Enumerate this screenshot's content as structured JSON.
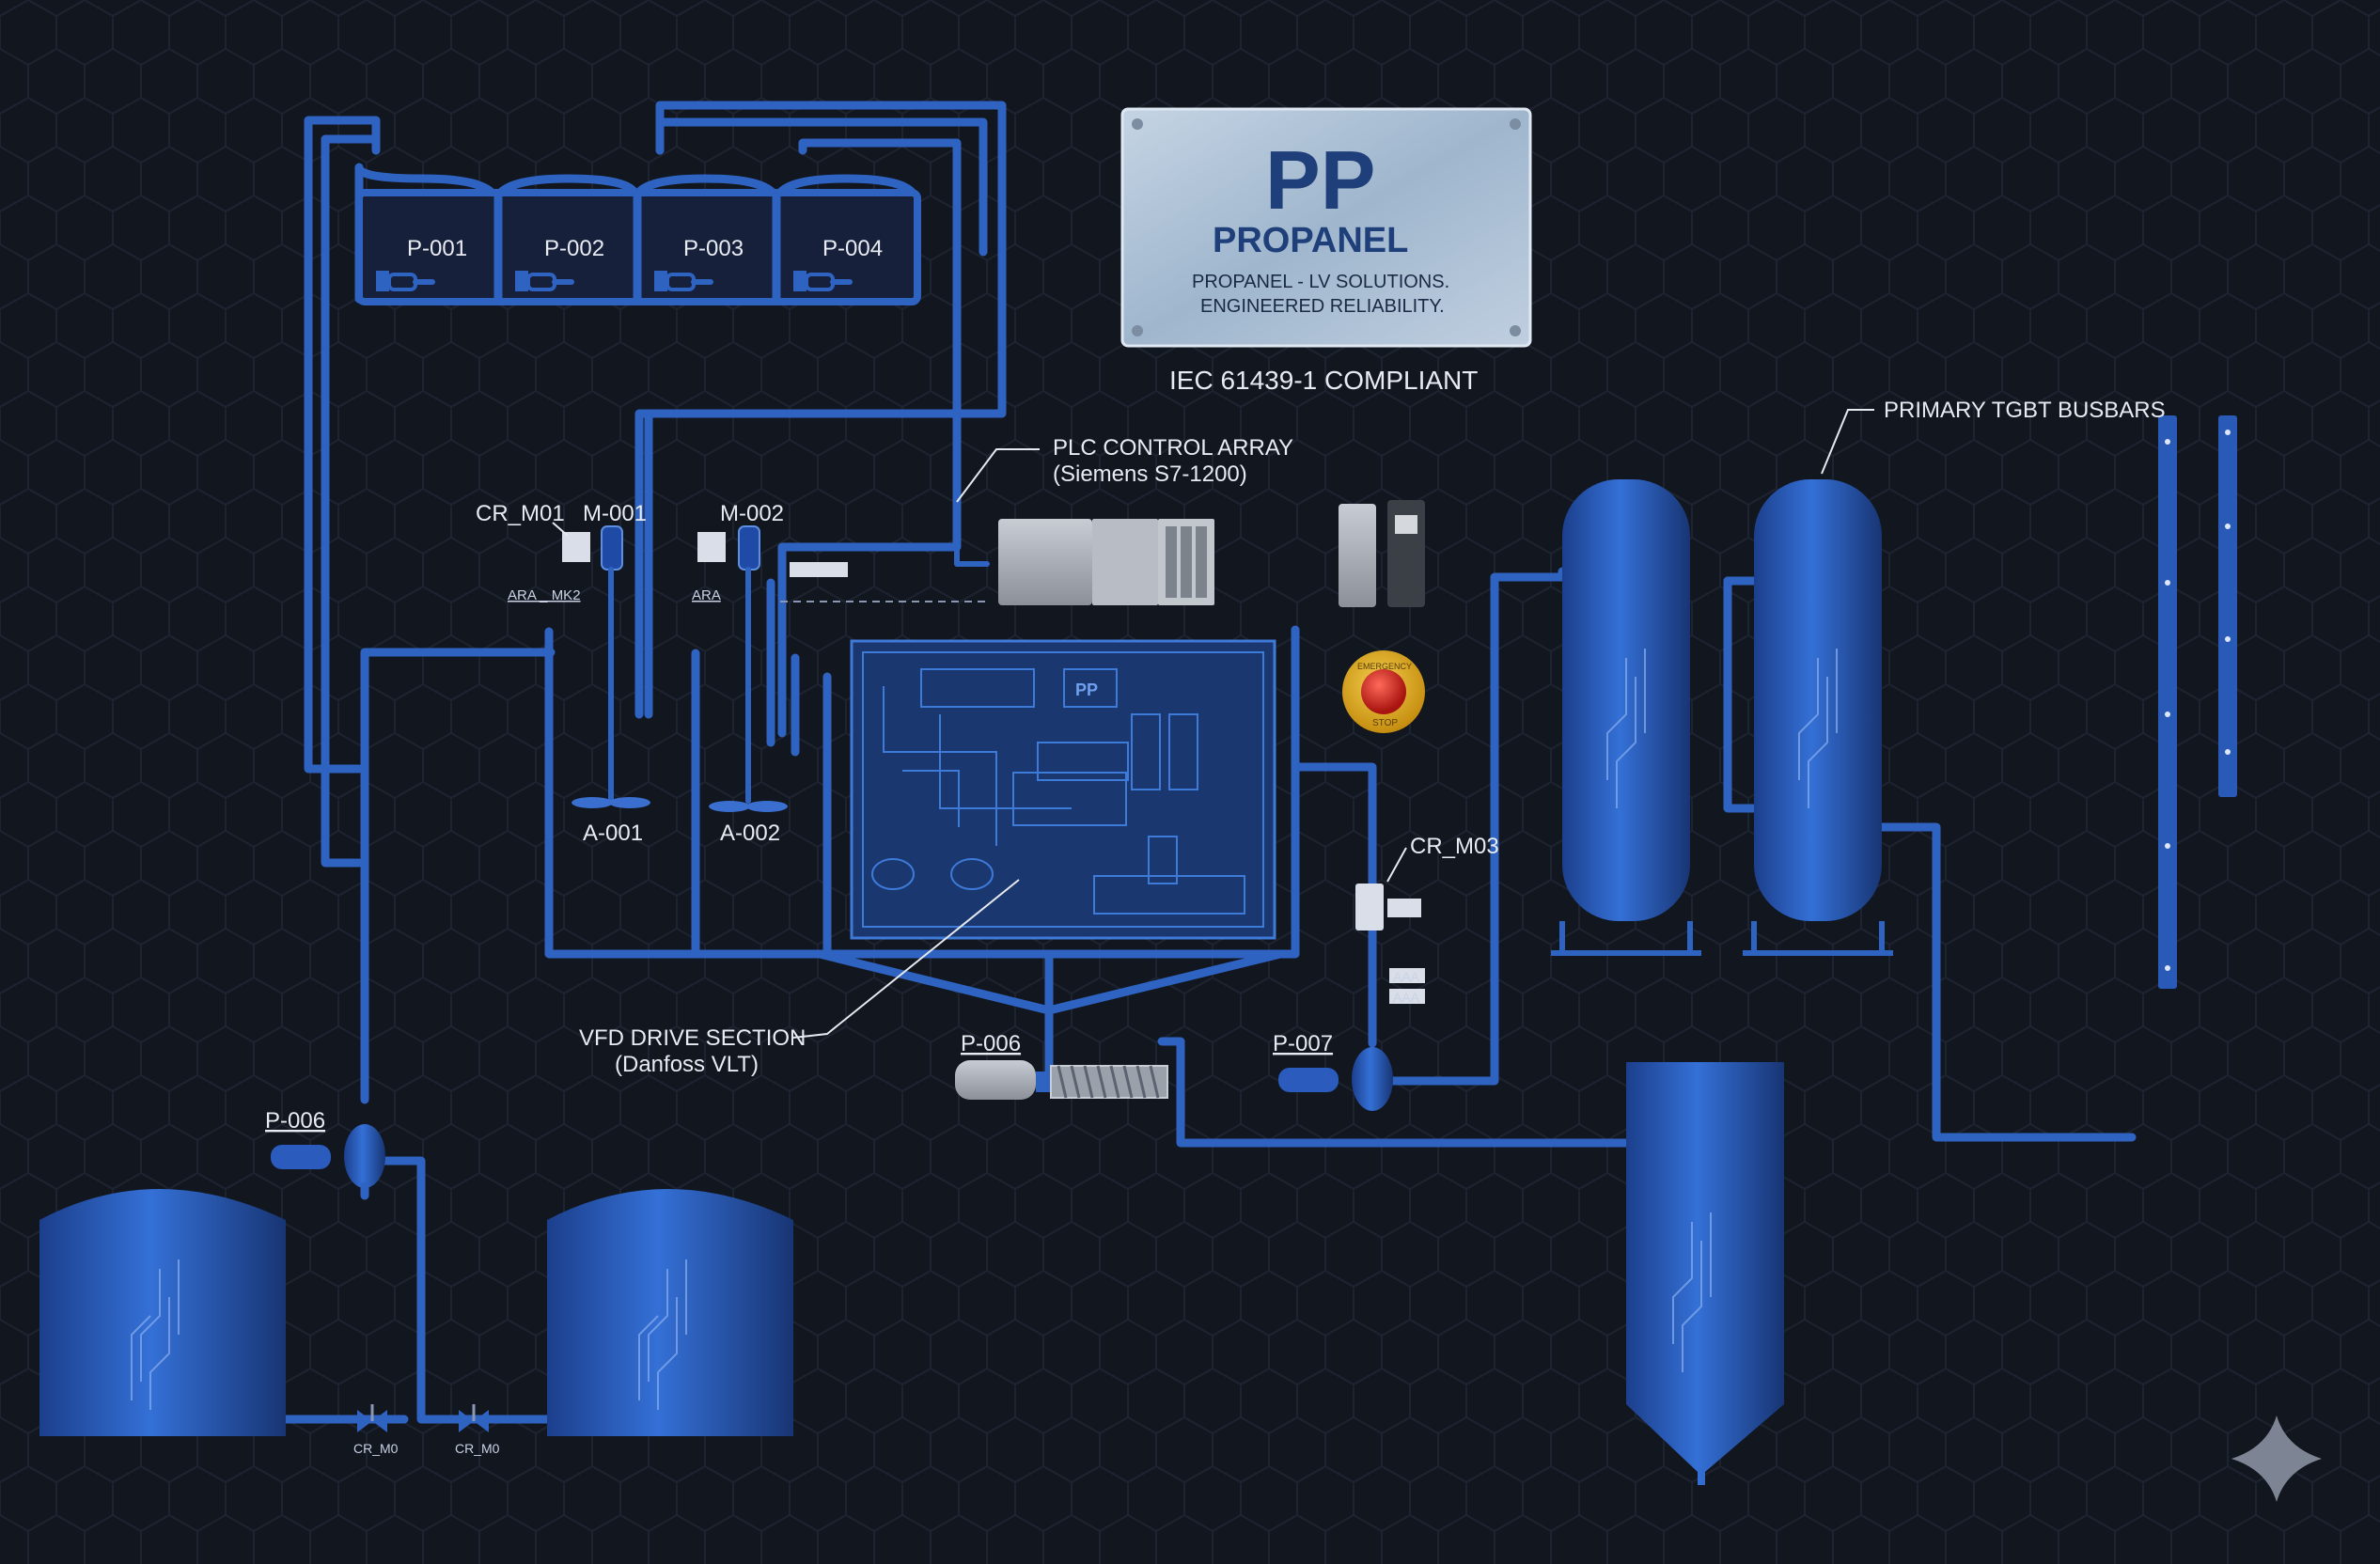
{
  "brand": {
    "logo_mark": "PP",
    "name": "PROPANEL",
    "tagline_line1": "PROPANEL - LV SOLUTIONS.",
    "tagline_line2": "ENGINEERED RELIABILITY.",
    "compliance": "IEC 61439-1 COMPLIANT"
  },
  "pumps_top": [
    "P-001",
    "P-002",
    "P-003",
    "P-004"
  ],
  "callouts": {
    "plc_line1": "PLC CONTROL ARRAY",
    "plc_line2": "(Siemens S7-1200)",
    "vfd_line1": "VFD DRIVE SECTION",
    "vfd_line2": "(Danfoss VLT)",
    "busbars": "PRIMARY TGBT BUSBARS"
  },
  "tags": {
    "cr_m01": "CR_M01",
    "m_001": "M-001",
    "m_002": "M-002",
    "a_001": "A-001",
    "a_002": "A-002",
    "cr_m03": "CR_M03",
    "p_006_left": "P-006",
    "p_006_mid": "P-006",
    "p_007": "P-007",
    "ara_mk2": "ARA _ MK2",
    "ara": "ARA",
    "valve_1": "CR_M0",
    "valve_2": "CR_M0",
    "stop_top": "EMERGENCY",
    "stop_bottom": "STOP",
    "aaa": "AAA"
  },
  "colors": {
    "background": "#12161f",
    "equipment_blue": "#2f63c2",
    "plate_steel": "#a9bfd6",
    "brand_navy": "#1f3f7a",
    "stop_red": "#d12a2a",
    "stop_yellow": "#e6b21e"
  },
  "icons": {
    "corner_mark": "sparkle-icon"
  }
}
